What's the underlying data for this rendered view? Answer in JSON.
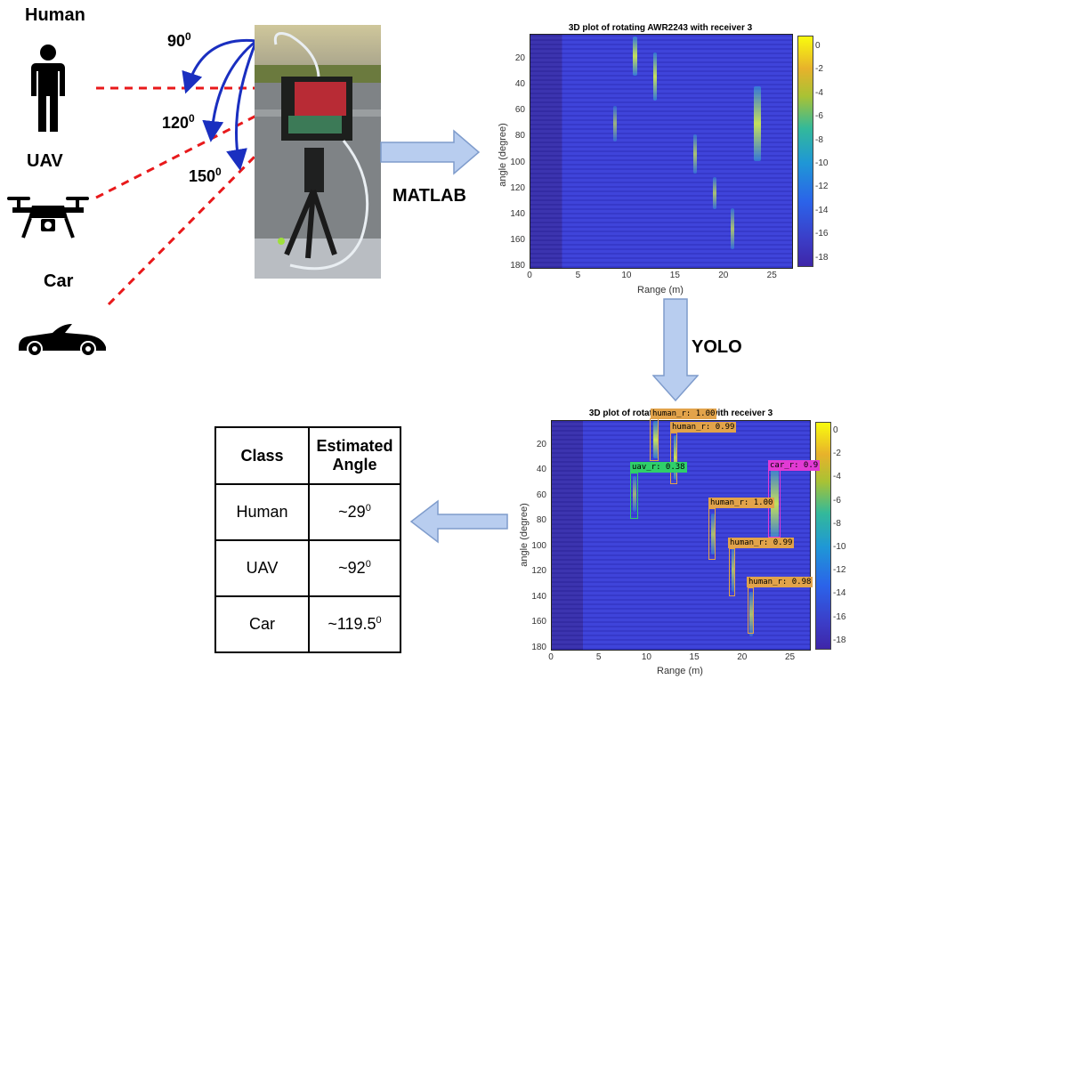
{
  "targets": [
    {
      "label": "Human",
      "icon": "person-icon"
    },
    {
      "label": "UAV",
      "icon": "drone-icon"
    },
    {
      "label": "Car",
      "icon": "car-icon"
    }
  ],
  "angles": [
    {
      "value": "90",
      "sup": "0"
    },
    {
      "value": "120",
      "sup": "0"
    },
    {
      "value": "150",
      "sup": "0"
    }
  ],
  "steps": {
    "matlab": "MATLAB",
    "yolo": "YOLO"
  },
  "plot1": {
    "title": "3D plot of rotating AWR2243 with receiver 3",
    "xlabel": "Range (m)",
    "ylabel": "angle (degree)",
    "xticks": [
      "0",
      "5",
      "10",
      "15",
      "20",
      "25"
    ],
    "yticks": [
      "20",
      "40",
      "60",
      "80",
      "100",
      "120",
      "140",
      "160",
      "180"
    ],
    "cticks": [
      "0",
      "-2",
      "-4",
      "-6",
      "-8",
      "-10",
      "-12",
      "-14",
      "-16",
      "-18"
    ]
  },
  "plot2": {
    "title": "3D plot of rotating AWR2243 with receiver 3",
    "xlabel": "Range (m)",
    "ylabel": "angle (degree)",
    "xticks": [
      "0",
      "5",
      "10",
      "15",
      "20",
      "25"
    ],
    "yticks": [
      "20",
      "40",
      "60",
      "80",
      "100",
      "120",
      "140",
      "160",
      "180"
    ],
    "cticks": [
      "0",
      "-2",
      "-4",
      "-6",
      "-8",
      "-10",
      "-12",
      "-14",
      "-16",
      "-18"
    ],
    "detections": [
      {
        "label": "human_r: 1.00",
        "color": "#e2a34a"
      },
      {
        "label": "human_r: 0.99",
        "color": "#e2a34a"
      },
      {
        "label": "uav_r: 0.38",
        "color": "#2fcf6a"
      },
      {
        "label": "car_r: 0.9",
        "color": "#e23ad4"
      },
      {
        "label": "human_r: 1.00",
        "color": "#e2a34a"
      },
      {
        "label": "human_r: 0.99",
        "color": "#e2a34a"
      },
      {
        "label": "human_r: 0.98",
        "color": "#e2a34a"
      }
    ]
  },
  "table": {
    "headers": [
      "Class",
      "Estimated Angle"
    ],
    "rows": [
      {
        "cls": "Human",
        "angle": "~29",
        "sup": "0"
      },
      {
        "cls": "UAV",
        "angle": "~92",
        "sup": "0"
      },
      {
        "cls": "Car",
        "angle": "~119.5",
        "sup": "0"
      }
    ]
  },
  "colors": {
    "arrow_blue": "#1a2fc0",
    "dash_red": "#e8191b",
    "flow_arrow": "#b8cdef"
  }
}
